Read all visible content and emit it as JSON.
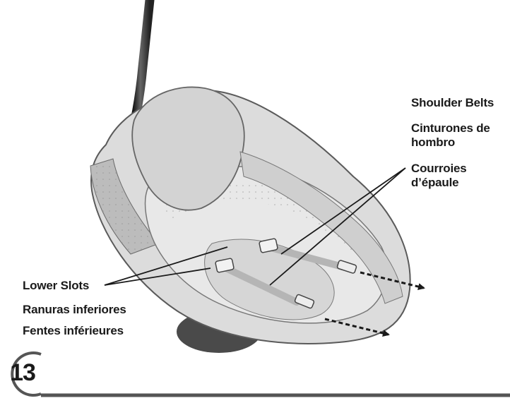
{
  "labels": {
    "shoulder_belts_en": "Shoulder Belts",
    "shoulder_belts_es": "Cinturones de hombro",
    "shoulder_belts_fr": "Courroies d’épaule",
    "lower_slots_en": "Lower Slots",
    "lower_slots_es": "Ranuras inferiores",
    "lower_slots_fr": "Fentes inférieures"
  },
  "step": {
    "number": "13"
  },
  "colors": {
    "ink": "#1a1a1a",
    "seat_fabric": "#dedede",
    "seat_shadow": "#9a9a9a",
    "frame_tube": "#333333",
    "divider": "#555555"
  }
}
